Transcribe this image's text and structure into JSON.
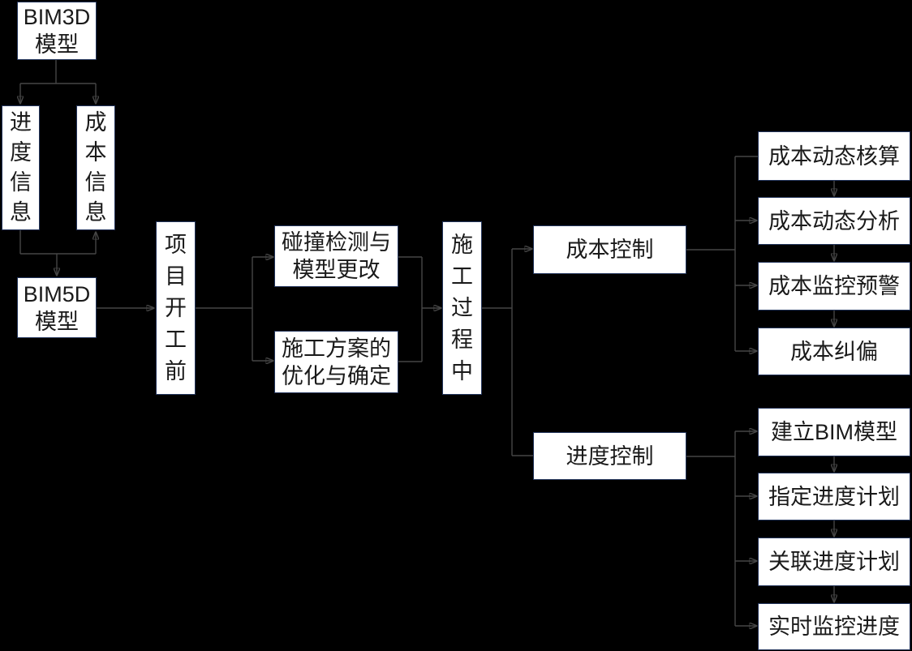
{
  "diagram_title": "BIM5D construction cost and schedule control flowchart",
  "colors": {
    "background": "#000000",
    "box_fill": "#ffffff",
    "box_border": "#23355c",
    "text": "#1a1a1a",
    "connector_line": "#464646",
    "arrowhead": "#3a3a3a"
  },
  "nodes": {
    "bim3d": {
      "label": "BIM3D\n模型"
    },
    "schedule_info": {
      "label": "进\n度\n信\n息"
    },
    "cost_info": {
      "label": "成\n本\n信\n息"
    },
    "bim5d": {
      "label": "BIM5D\n模型"
    },
    "before_construction": {
      "label": "项\n目\n开\n工\n前"
    },
    "clash_detection": {
      "label": "碰撞检测与\n模型更改"
    },
    "plan_optimization": {
      "label": "施工方案的\n优化与确定"
    },
    "during_construction": {
      "label": "施\n工\n过\n程\n中"
    },
    "cost_control": {
      "label": "成本控制"
    },
    "schedule_control": {
      "label": "进度控制"
    },
    "cost_dynamic_accounting": {
      "label": "成本动态核算"
    },
    "cost_dynamic_analysis": {
      "label": "成本动态分析"
    },
    "cost_monitoring_warning": {
      "label": "成本监控预警"
    },
    "cost_correction": {
      "label": "成本纠偏"
    },
    "build_bim_model": {
      "label": "建立BIM模型"
    },
    "assign_schedule_plan": {
      "label": "指定进度计划"
    },
    "link_schedule_plan": {
      "label": "关联进度计划"
    },
    "realtime_schedule_monitoring": {
      "label": "实时监控进度"
    }
  }
}
